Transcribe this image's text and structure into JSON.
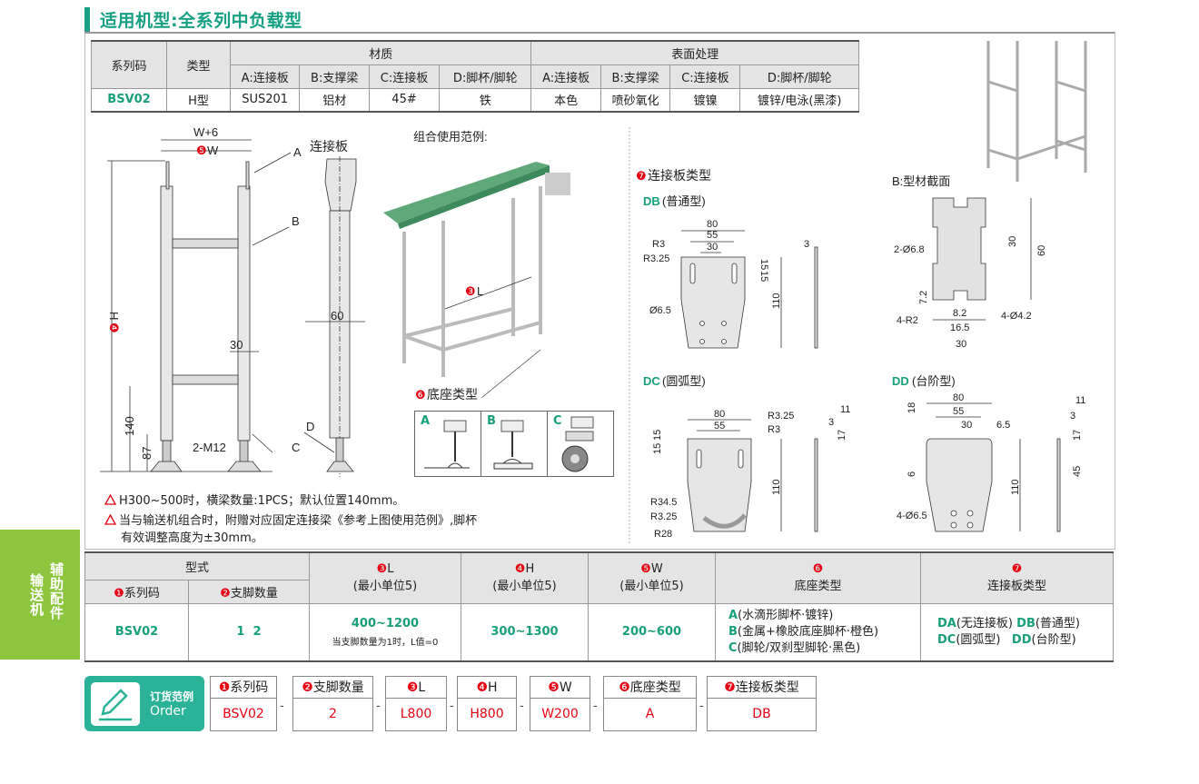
{
  "title": "适用机型:全系列中负载型",
  "spec_table": {
    "col_series": "系列码",
    "col_type": "类型",
    "group_material": "材质",
    "group_surface": "表面处理",
    "sub_headers": [
      "A:连接板",
      "B:支撑梁",
      "C:连接板",
      "D:脚杯/脚轮",
      "A:连接板",
      "B:支撑梁",
      "C:连接板",
      "D:脚杯/脚轮"
    ],
    "row": {
      "series": "BSV02",
      "type": "H型",
      "values": [
        "SUS201",
        "铝材",
        "45#",
        "铁",
        "本色",
        "喷砂氧化",
        "镀镍",
        "镀锌/电泳(黑漆)"
      ]
    }
  },
  "front_view": {
    "w6": "W+6",
    "w_num": "❺",
    "w": "W",
    "a": "A",
    "plate_label": "连接板",
    "b": "B",
    "c": "C",
    "d30": "30",
    "h_num": "❹",
    "h": "H",
    "d140": "140",
    "d87": "87",
    "m12": "2-M12"
  },
  "side_view": {
    "d60": "60",
    "d": "D"
  },
  "example": {
    "title": "组合使用范例:",
    "l_num": "❸",
    "l": "L",
    "base_num": "❻",
    "base_label": "底座类型",
    "base_types": [
      "A",
      "B",
      "C"
    ]
  },
  "notes": [
    "H300~500时，横梁数量:1PCS；默认位置140mm。",
    "当与输送机组合时，附赠对应固定连接梁《参考上图使用范例》,脚杯",
    "有效调整高度为±30mm。"
  ],
  "plates": {
    "title_num": "❼",
    "title": "连接板类型",
    "db": {
      "code": "DB",
      "name": "(普通型)",
      "dims": [
        "80",
        "55",
        "30",
        "R3",
        "R3.25",
        "15",
        "15",
        "110",
        "Ø6.5",
        "3"
      ]
    },
    "dc": {
      "code": "DC",
      "name": "(圆弧型)",
      "dims": [
        "80",
        "55",
        "R3.25",
        "R3",
        "15",
        "15",
        "110",
        "R34.5",
        "R3.25",
        "R28",
        "11",
        "3",
        "17"
      ]
    },
    "dd": {
      "code": "DD",
      "name": "(台阶型)",
      "dims": [
        "80",
        "55",
        "30",
        "6.5",
        "18",
        "6",
        "110",
        "4-Ø6.5",
        "11",
        "3",
        "17",
        "45"
      ]
    }
  },
  "profile": {
    "title": "B:型材截面",
    "dims": [
      "2-Ø6.8",
      "30",
      "60",
      "7.2",
      "4-R2",
      "8.2",
      "16.5",
      "30",
      "4-Ø4.2"
    ]
  },
  "side_tab": {
    "line1": "辅助配件",
    "line2": "输送机"
  },
  "model_table": {
    "model": "型式",
    "series": {
      "num": "❶",
      "label": "系列码"
    },
    "legs": {
      "num": "❷",
      "label": "支脚数量"
    },
    "l": {
      "num": "❸",
      "label": "L",
      "sub": "(最小单位5)"
    },
    "h": {
      "num": "❹",
      "label": "H",
      "sub": "(最小单位5)"
    },
    "w": {
      "num": "❺",
      "label": "W",
      "sub": "(最小单位5)"
    },
    "base": {
      "num": "❻",
      "label": "底座类型"
    },
    "plate": {
      "num": "❼",
      "label": "连接板类型"
    },
    "row": {
      "series": "BSV02",
      "legs": "1  2",
      "l": "400~1200",
      "l_note": "当支脚数量为1时，L值=0",
      "h": "300~1300",
      "w": "200~600",
      "base": [
        {
          "code": "A",
          "text": "(水滴形脚杯·镀锌)"
        },
        {
          "code": "B",
          "text": "(金属+橡胶底座脚杯·橙色)"
        },
        {
          "code": "C",
          "text": "(脚轮/双刹型脚轮·黑色)"
        }
      ],
      "plate": [
        {
          "code": "DA",
          "text": "(无连接板)"
        },
        {
          "code": "DB",
          "text": "(普通型)"
        },
        {
          "code": "DC",
          "text": "(圆弧型)"
        },
        {
          "code": "DD",
          "text": "(台阶型)"
        }
      ]
    }
  },
  "order": {
    "label_cn": "订货范例",
    "label_en": "Order",
    "sep": "-",
    "fields": [
      {
        "num": "❶",
        "label": "系列码",
        "value": "BSV02"
      },
      {
        "num": "❷",
        "label": "支脚数量",
        "value": "2"
      },
      {
        "num": "❸",
        "label": "L",
        "value": "L800"
      },
      {
        "num": "❹",
        "label": "H",
        "value": "H800"
      },
      {
        "num": "❺",
        "label": "W",
        "value": "W200"
      },
      {
        "num": "❻",
        "label": "底座类型",
        "value": "A"
      },
      {
        "num": "❼",
        "label": "连接板类型",
        "value": "DB"
      }
    ]
  },
  "colors": {
    "brand": "#16a083",
    "accent": "#e60012",
    "tab": "#8cc63f"
  }
}
